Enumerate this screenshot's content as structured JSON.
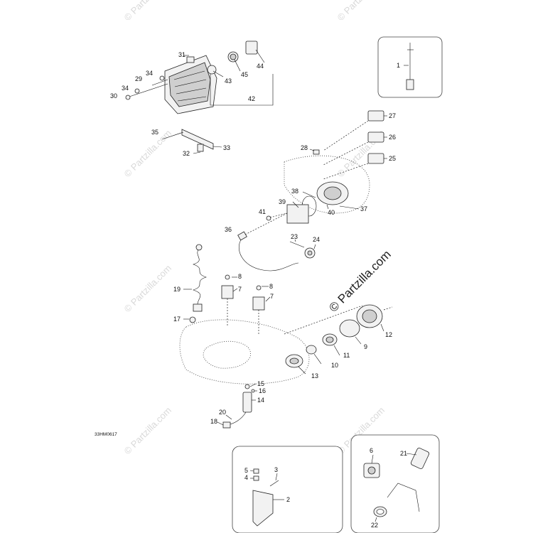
{
  "watermark": {
    "text": "© Partzilla.com"
  },
  "diagram_code": "33HM0617",
  "callouts": [
    {
      "id": "c31",
      "label": "31"
    },
    {
      "id": "c34a",
      "label": "34"
    },
    {
      "id": "c29",
      "label": "29"
    },
    {
      "id": "c34b",
      "label": "34"
    },
    {
      "id": "c30",
      "label": "30"
    },
    {
      "id": "c43",
      "label": "43"
    },
    {
      "id": "c45",
      "label": "45"
    },
    {
      "id": "c44",
      "label": "44"
    },
    {
      "id": "c42",
      "label": "42"
    },
    {
      "id": "c35",
      "label": "35"
    },
    {
      "id": "c33",
      "label": "33"
    },
    {
      "id": "c32",
      "label": "32"
    },
    {
      "id": "c1",
      "label": "1"
    },
    {
      "id": "c27",
      "label": "27"
    },
    {
      "id": "c26",
      "label": "26"
    },
    {
      "id": "c25",
      "label": "25"
    },
    {
      "id": "c28",
      "label": "28"
    },
    {
      "id": "c38",
      "label": "38"
    },
    {
      "id": "c39",
      "label": "39"
    },
    {
      "id": "c40",
      "label": "40"
    },
    {
      "id": "c37",
      "label": "37"
    },
    {
      "id": "c41",
      "label": "41"
    },
    {
      "id": "c36",
      "label": "36"
    },
    {
      "id": "c23",
      "label": "23"
    },
    {
      "id": "c24",
      "label": "24"
    },
    {
      "id": "c8a",
      "label": "8"
    },
    {
      "id": "c7a",
      "label": "7"
    },
    {
      "id": "c8b",
      "label": "8"
    },
    {
      "id": "c7b",
      "label": "7"
    },
    {
      "id": "c19",
      "label": "19"
    },
    {
      "id": "c17",
      "label": "17"
    },
    {
      "id": "c12",
      "label": "12"
    },
    {
      "id": "c9",
      "label": "9"
    },
    {
      "id": "c11",
      "label": "11"
    },
    {
      "id": "c10",
      "label": "10"
    },
    {
      "id": "c13",
      "label": "13"
    },
    {
      "id": "c15",
      "label": "15"
    },
    {
      "id": "c16",
      "label": "16"
    },
    {
      "id": "c14",
      "label": "14"
    },
    {
      "id": "c20",
      "label": "20"
    },
    {
      "id": "c18",
      "label": "18"
    },
    {
      "id": "c5",
      "label": "5"
    },
    {
      "id": "c4",
      "label": "4"
    },
    {
      "id": "c3",
      "label": "3"
    },
    {
      "id": "c2",
      "label": "2"
    },
    {
      "id": "c6",
      "label": "6"
    },
    {
      "id": "c21",
      "label": "21"
    },
    {
      "id": "c22",
      "label": "22"
    }
  ]
}
